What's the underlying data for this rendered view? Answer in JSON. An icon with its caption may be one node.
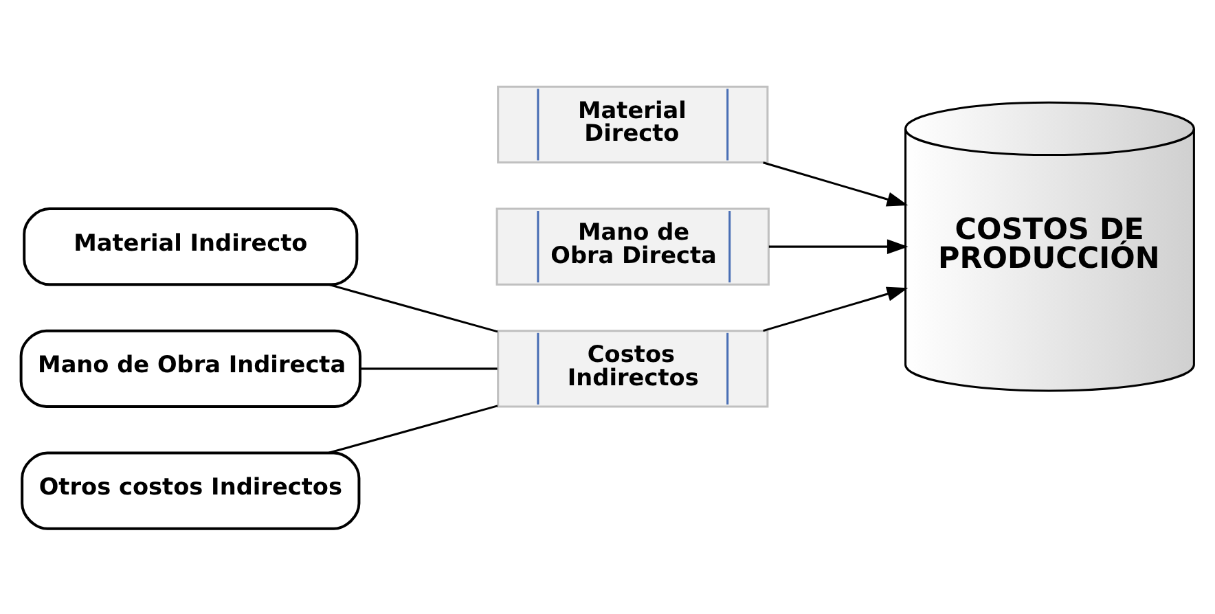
{
  "diagram": {
    "nodes": [
      {
        "text": [
          "Material Directo"
        ]
      },
      {
        "text": [
          "Mano de Obra Directa"
        ]
      },
      {
        "text": [
          "COSTOS DE PRODUCCIÓN"
        ]
      },
      {
        "text": [
          "Material Indirecto"
        ]
      },
      {
        "text": [
          "Mano de Obra Indirecta"
        ]
      },
      {
        "text": [
          "Otros costos Indirectos"
        ]
      },
      {
        "text": [
          "Costos Indirectos"
        ]
      }
    ],
    "edges": [
      {
        "from": 0,
        "to": 2,
        "arrow": "to"
      },
      {
        "from": 1,
        "to": 2,
        "arrow": "to"
      },
      {
        "from": 6,
        "to": 2,
        "arrow": "to"
      },
      {
        "from": 3,
        "to": 6,
        "arrow": "none"
      },
      {
        "from": 4,
        "to": 6,
        "arrow": "none"
      },
      {
        "from": 5,
        "to": 6,
        "arrow": "none"
      }
    ]
  }
}
